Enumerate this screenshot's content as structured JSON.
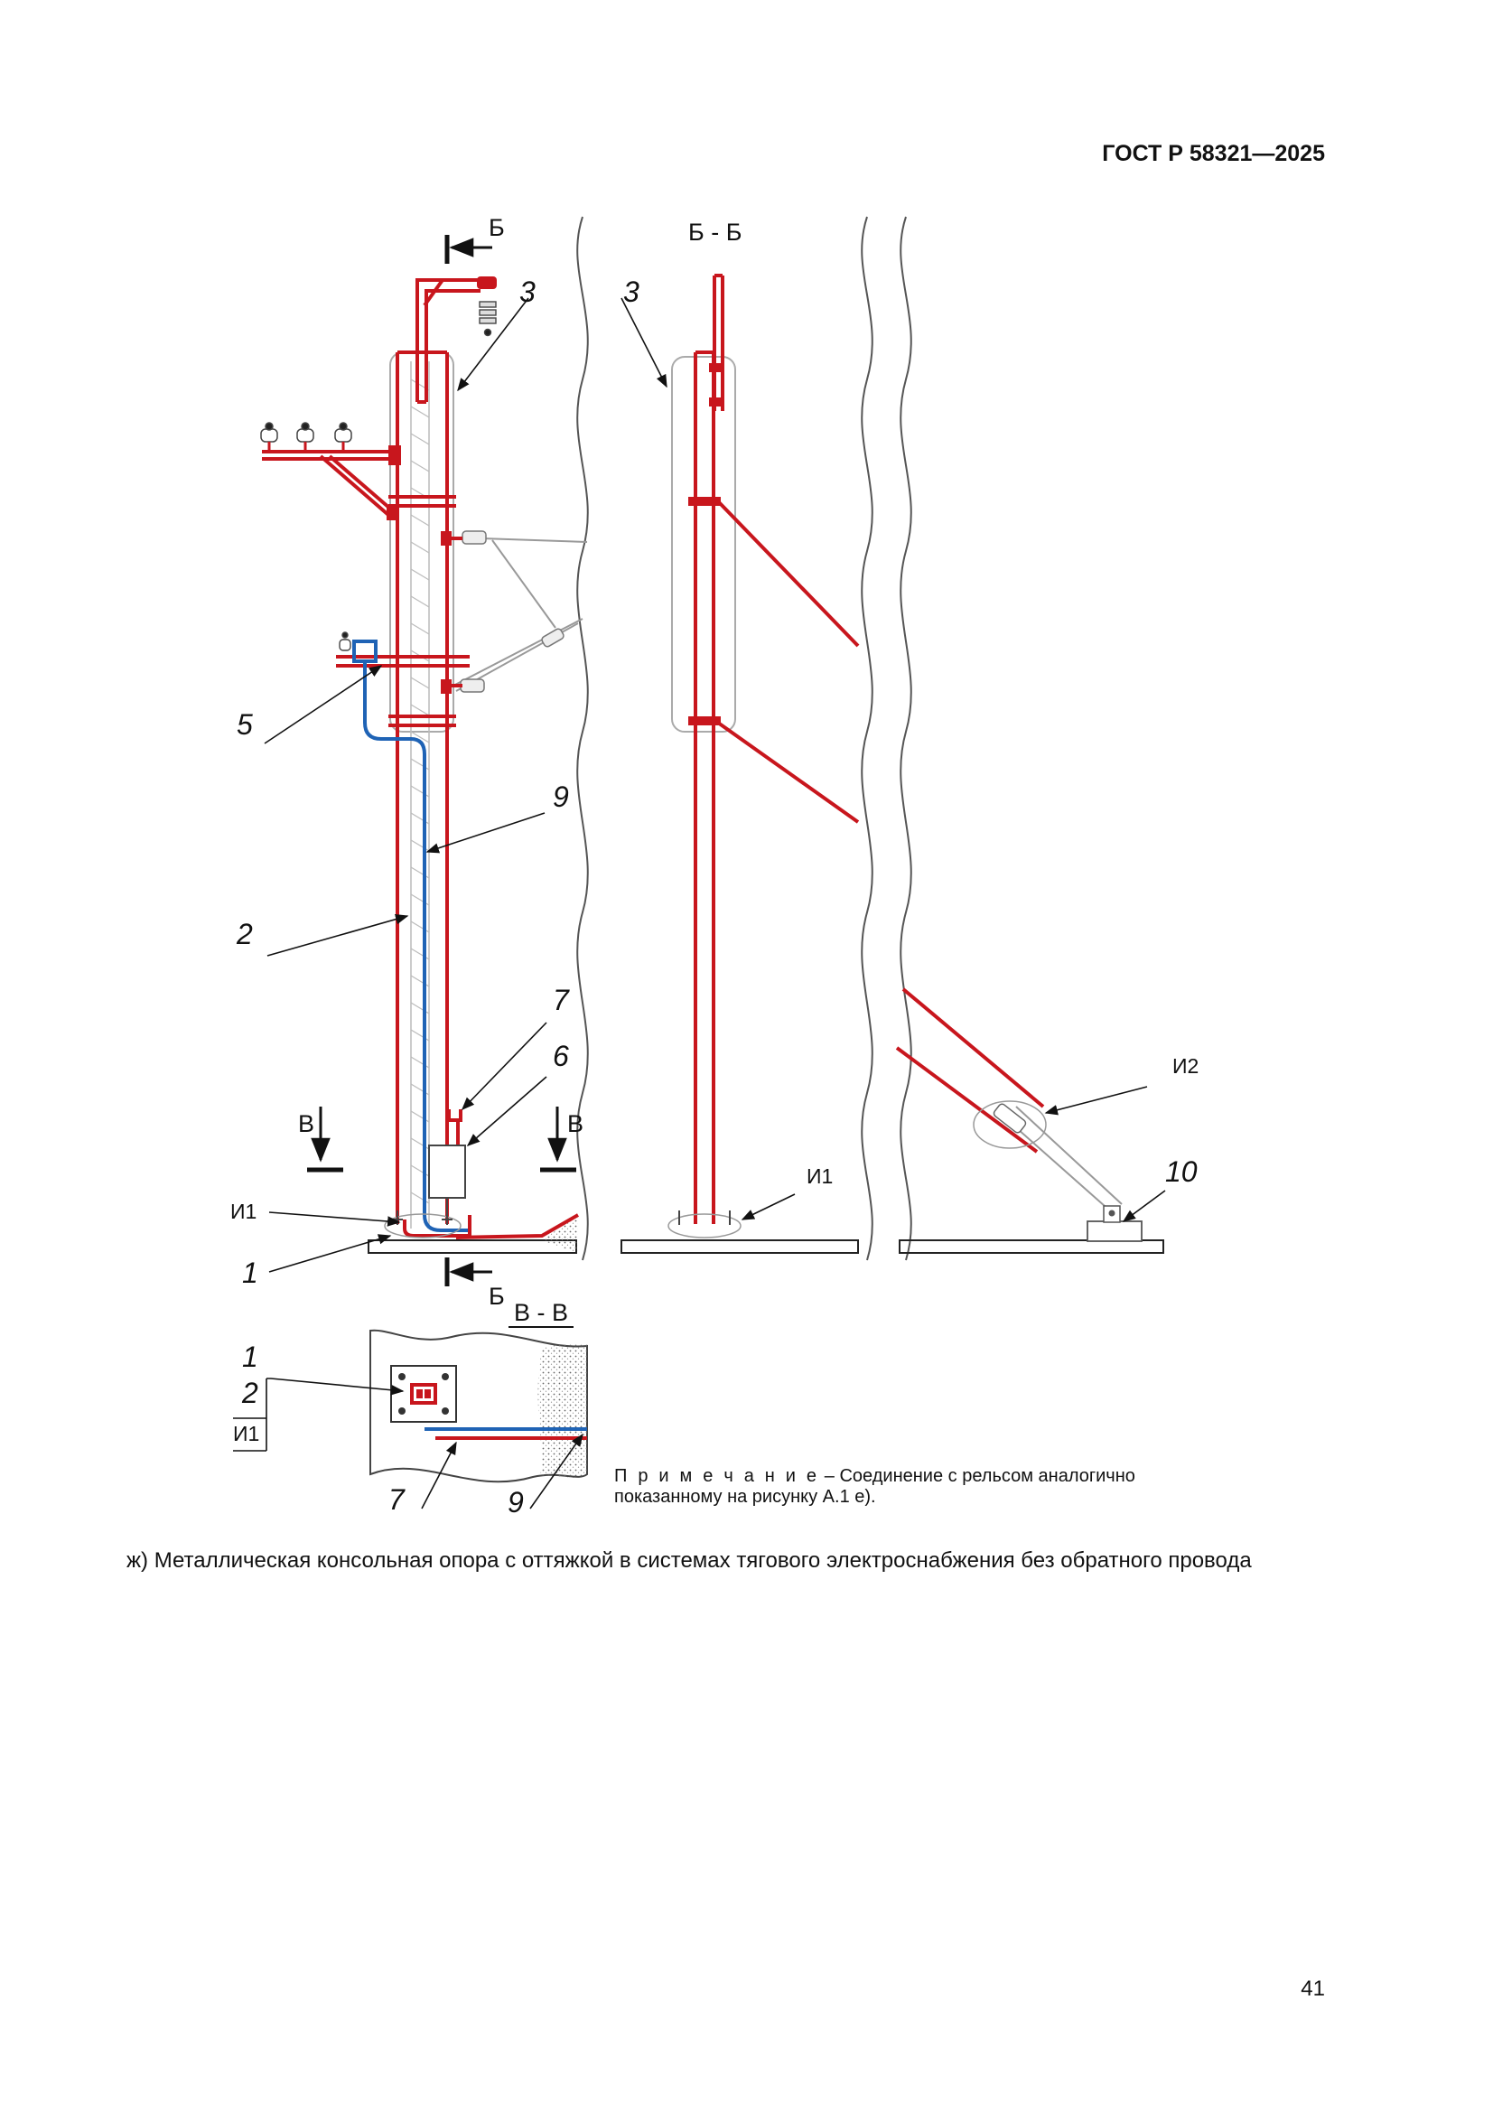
{
  "header": {
    "standard": "ГОСТ Р 58321—2025"
  },
  "figure": {
    "caption": "ж) Металлическая консольная опора с оттяжкой в системах тягового электроснабжения без обратного провода",
    "note_lead": "П р и м е ч а н и е",
    "note_text": " – Соединение с рельсом аналогично показанному на рисунку А.1 е).",
    "section_labels": {
      "cut_b_top": "Б",
      "cut_b_bottom": "Б",
      "view_bb": "Б - Б",
      "cut_v_left": "В",
      "cut_v_right": "В",
      "view_vv": "В - В"
    },
    "callouts": {
      "n1": "1",
      "n2": "2",
      "n3": "3",
      "n3b": "3",
      "n5": "5",
      "n6": "6",
      "n7": "7",
      "n9": "9",
      "n10": "10",
      "i1": "И1",
      "i1b": "И1",
      "i2": "И2",
      "vv_1": "1",
      "vv_2": "2",
      "vv_i1": "И1",
      "vv_7": "7",
      "vv_9": "9"
    },
    "colors": {
      "grounding": "#c8161d",
      "cable": "#1f63b5",
      "structure": "#999999"
    }
  },
  "page": {
    "number": "41"
  }
}
